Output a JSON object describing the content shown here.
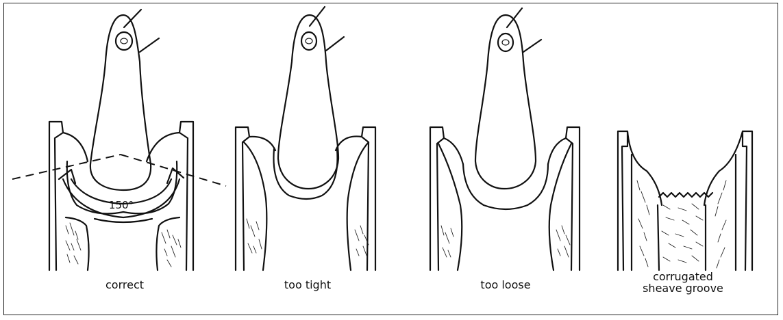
{
  "figure": {
    "panels": [
      {
        "id": "correct",
        "caption": "correct",
        "angle_label": "150°"
      },
      {
        "id": "too-tight",
        "caption": "too tight"
      },
      {
        "id": "too-loose",
        "caption": "too loose"
      },
      {
        "id": "corrugated",
        "caption_line1": "corrugated",
        "caption_line2": "sheave groove"
      }
    ]
  }
}
